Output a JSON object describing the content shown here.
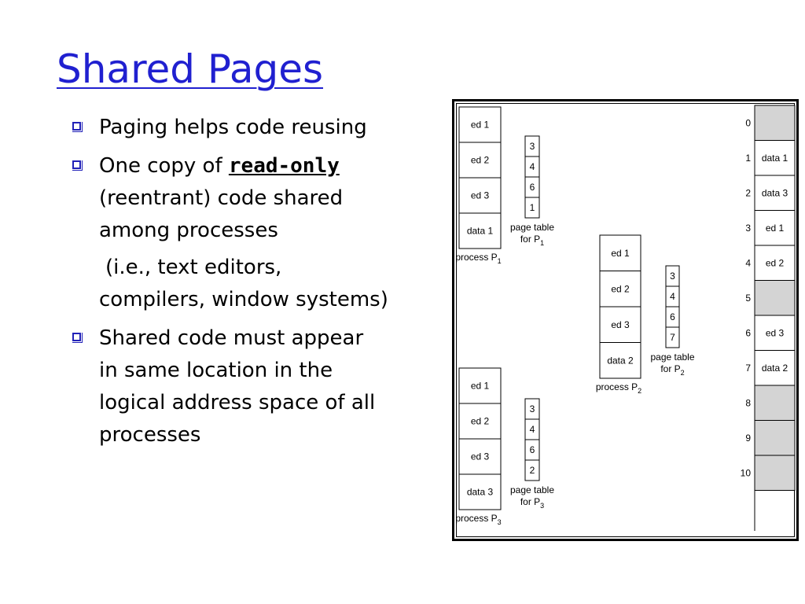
{
  "slide": {
    "title": "Shared Pages",
    "bullets": [
      {
        "lines": [
          "Paging helps code reusing"
        ]
      },
      {
        "lines": [
          "One copy of ",
          "(reentrant) code shared",
          "among processes",
          " (i.e., text editors,",
          "compilers, window systems)"
        ],
        "emphasis": "read-only"
      },
      {
        "lines": [
          "Shared code must appear",
          "in same location in the",
          "logical address space of all",
          "processes"
        ]
      }
    ]
  },
  "diagram": {
    "process1": {
      "pages": [
        "ed 1",
        "ed 2",
        "ed 3",
        "data 1"
      ],
      "label": "process P",
      "sub": "1"
    },
    "process2": {
      "pages": [
        "ed 1",
        "ed 2",
        "ed 3",
        "data 2"
      ],
      "label": "process P",
      "sub": "2"
    },
    "process3": {
      "pages": [
        "ed 1",
        "ed 2",
        "ed 3",
        "data 3"
      ],
      "label": "process P",
      "sub": "3"
    },
    "pagetable1": {
      "entries": [
        "3",
        "4",
        "6",
        "1"
      ],
      "label1": "page table",
      "label2": "for P",
      "sub": "1"
    },
    "pagetable2": {
      "entries": [
        "3",
        "4",
        "6",
        "7"
      ],
      "label1": "page table",
      "label2": "for P",
      "sub": "2"
    },
    "pagetable3": {
      "entries": [
        "3",
        "4",
        "6",
        "2"
      ],
      "label1": "page table",
      "label2": "for P",
      "sub": "3"
    },
    "memory": {
      "frames": [
        {
          "index": "0",
          "content": "",
          "shaded": true
        },
        {
          "index": "1",
          "content": "data 1",
          "shaded": false
        },
        {
          "index": "2",
          "content": "data 3",
          "shaded": false
        },
        {
          "index": "3",
          "content": "ed 1",
          "shaded": false
        },
        {
          "index": "4",
          "content": "ed 2",
          "shaded": false
        },
        {
          "index": "5",
          "content": "",
          "shaded": true
        },
        {
          "index": "6",
          "content": "ed 3",
          "shaded": false
        },
        {
          "index": "7",
          "content": "data 2",
          "shaded": false
        },
        {
          "index": "8",
          "content": "",
          "shaded": true
        },
        {
          "index": "9",
          "content": "",
          "shaded": true
        },
        {
          "index": "10",
          "content": "",
          "shaded": true
        }
      ],
      "shade_color": "#d4d4d4"
    }
  },
  "colors": {
    "title": "#2020d0",
    "bullet_marker": "#2222b8"
  }
}
